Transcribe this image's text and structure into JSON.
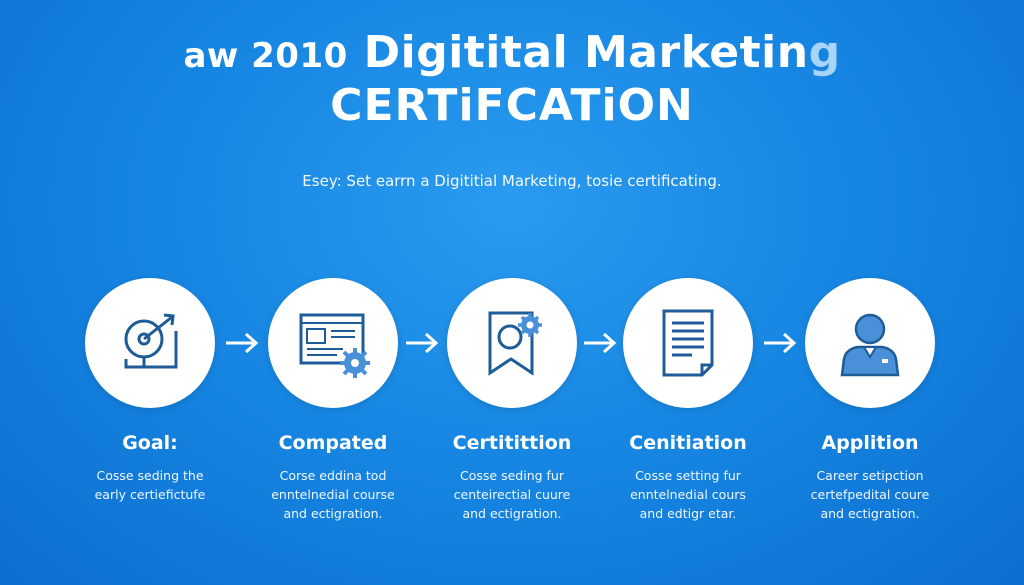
{
  "header": {
    "title_prefix": "aw 2010",
    "title_main": "Digitital Marketin",
    "title_faded": "g",
    "title_line2": "CERTiFCATiON",
    "subtitle": "Esey: Set earrn a Digititial Marketing, tosie certificating."
  },
  "steps": [
    {
      "icon": "goal-target-icon",
      "title": "Goal:",
      "desc": [
        "Cosse seding the",
        "early certiefictufe"
      ]
    },
    {
      "icon": "course-screen-gear-icon",
      "title": "Compated",
      "desc": [
        "Corse eddina tod",
        "enntelnedial course",
        "and ectigration."
      ]
    },
    {
      "icon": "certificate-badge-icon",
      "title": "Certitittion",
      "desc": [
        "Cosse seding fur",
        "centeirectial cuure",
        "and ectigration."
      ]
    },
    {
      "icon": "document-icon",
      "title": "Cenitiation",
      "desc": [
        "Cosse setting fur",
        "enntelnedial cours",
        "and edtigr etar."
      ]
    },
    {
      "icon": "person-profile-icon",
      "title": "Applition",
      "desc": [
        "Career setipction",
        "certefpedital coure",
        "and ectigration."
      ]
    }
  ],
  "colors": {
    "background": "#1787e3",
    "icon_stroke": "#1d5c96",
    "icon_fill": "#4a90d9"
  }
}
